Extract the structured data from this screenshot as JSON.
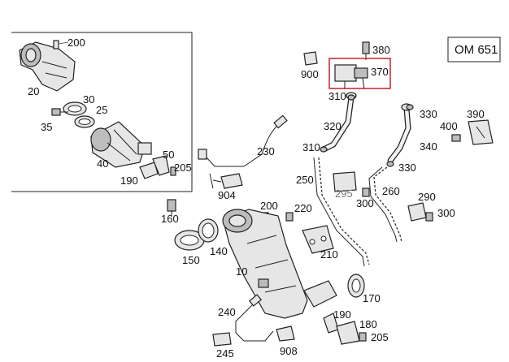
{
  "model_label": "OM 651",
  "highlight_color": "#c8202a",
  "callouts": {
    "c200_top": "200",
    "c20": "20",
    "c30": "30",
    "c35": "35",
    "c25": "25",
    "c40": "40",
    "c50": "50",
    "c190_top": "190",
    "c205_top": "205",
    "c230": "230",
    "c904": "904",
    "c900": "900",
    "c380": "380",
    "c370": "370",
    "c310_a": "310",
    "c330_a": "330",
    "c390": "390",
    "c320": "320",
    "c400": "400",
    "c310_b": "310",
    "c340": "340",
    "c330_b": "330",
    "c250": "250",
    "c295": "295",
    "c260": "260",
    "c300_a": "300",
    "c290": "290",
    "c300_b": "300",
    "c200_mid": "200",
    "c220": "220",
    "c160": "160",
    "c210": "210",
    "c150": "150",
    "c140": "140",
    "c10": "10",
    "c170": "170",
    "c240": "240",
    "c190_bot": "190",
    "c180": "180",
    "c205_bot": "205",
    "c245": "245",
    "c908": "908"
  }
}
